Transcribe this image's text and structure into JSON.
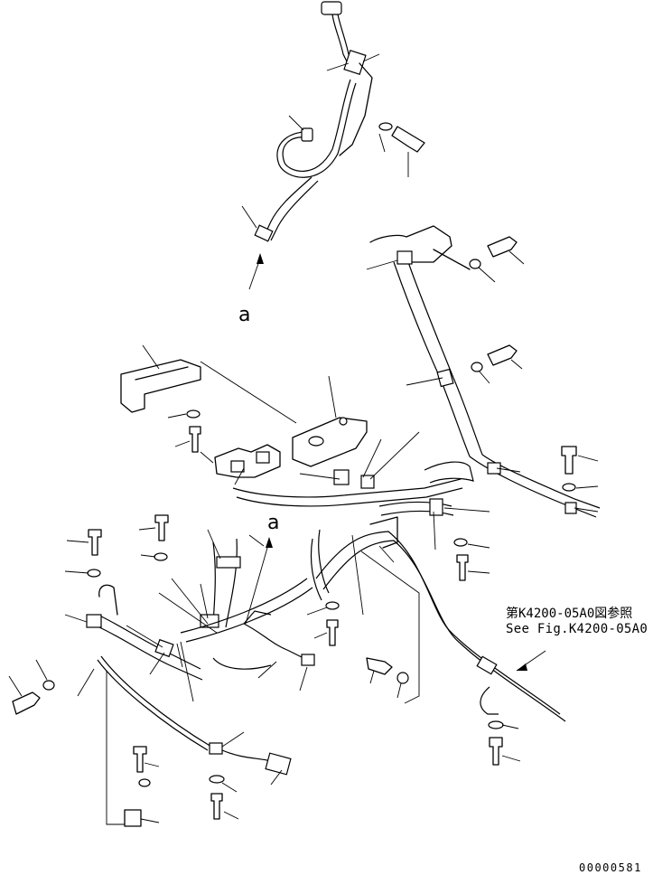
{
  "diagram": {
    "view_label_top": "a",
    "view_label_mid": "a",
    "reference_note_jp": "第K4200-05A0図参照",
    "reference_note_en": "See Fig.K4200-05A0",
    "drawing_number": "00000581"
  }
}
